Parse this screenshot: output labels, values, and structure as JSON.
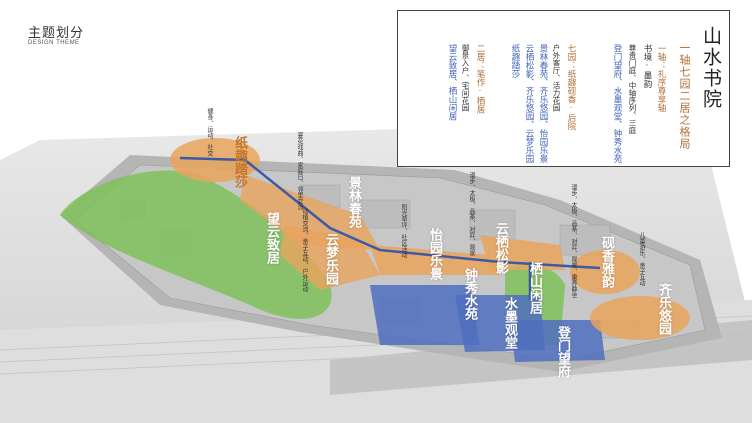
{
  "header": {
    "title": "主题划分",
    "subtitle": "DESIGN THEME"
  },
  "legend": {
    "title": "山水书院",
    "subtitle": "一轴七园二居之格局",
    "columns": [
      {
        "text": "一轴：礼序尊享轴",
        "color": "#b0703a"
      },
      {
        "text": "书境·墨韵",
        "color": "#333333"
      },
      {
        "text": "尊贵门庭、中轴序列、三庭",
        "color": "#333333"
      },
      {
        "text": "登门望府、水墨观堂、钟秀水苑",
        "color": "#3f63b8"
      },
      {
        "text": "七园：纸趣砚香·后院",
        "color": "#b0703a"
      },
      {
        "text": "户外客厅、活力花园",
        "color": "#333333"
      },
      {
        "text": "景林春苑、齐乐悠园、怡园乐景",
        "color": "#3f63b8"
      },
      {
        "text": "云栖松影、齐乐悠园、云梦乐园",
        "color": "#3f63b8"
      },
      {
        "text": "纸趣踏莎",
        "color": "#3f63b8"
      },
      {
        "text": "二居：笔作·栖居",
        "color": "#b0703a"
      },
      {
        "text": "御景入户、宅间花园",
        "color": "#333333"
      },
      {
        "text": "望云致居、栖山闲居",
        "color": "#3f63b8"
      }
    ]
  },
  "zones": [
    {
      "id": "zhiqu",
      "label": "纸趣踏莎",
      "type": "orange"
    },
    {
      "id": "wangyun",
      "label": "望云致居",
      "type": "green"
    },
    {
      "id": "jinglin",
      "label": "景林春苑",
      "type": "orange"
    },
    {
      "id": "yunmeng",
      "label": "云梦乐园",
      "type": "orange"
    },
    {
      "id": "yiyuan",
      "label": "怡园乐景",
      "type": "orange"
    },
    {
      "id": "yunqi",
      "label": "云栖松影",
      "type": "orange"
    },
    {
      "id": "zhongxiu",
      "label": "钟秀水苑",
      "type": "blue"
    },
    {
      "id": "qishan",
      "label": "栖山闲居",
      "type": "green"
    },
    {
      "id": "shuimo",
      "label": "水墨观堂",
      "type": "blue"
    },
    {
      "id": "yanxiang",
      "label": "砚香雅韵",
      "type": "orange"
    },
    {
      "id": "qile",
      "label": "齐乐悠园",
      "type": "orange"
    },
    {
      "id": "dengmen",
      "label": "登门望府",
      "type": "blue"
    }
  ],
  "notes": [
    {
      "id": "n1",
      "text": "健身、运动、社交"
    },
    {
      "id": "n2",
      "text": "宴花戏曲、家庭日、邻里交流"
    },
    {
      "id": "n3",
      "text": "动植交流、亲子互动、户外运动"
    },
    {
      "id": "n4",
      "text": "阳光草坪、社区活动"
    },
    {
      "id": "n5",
      "text": "漫步、太极、品茶、对弈、观景"
    },
    {
      "id": "n6",
      "text": "漫步、太极、品茶、对弈、观景、康养静坐"
    },
    {
      "id": "n7",
      "text": "儿童游乐、亲子互动"
    }
  ],
  "colors": {
    "orange": "#e9a45c",
    "green": "#7fbf5a",
    "blue": "#4f6fc0",
    "brown": "#b0703a",
    "legend_blue": "#3f63b8"
  }
}
